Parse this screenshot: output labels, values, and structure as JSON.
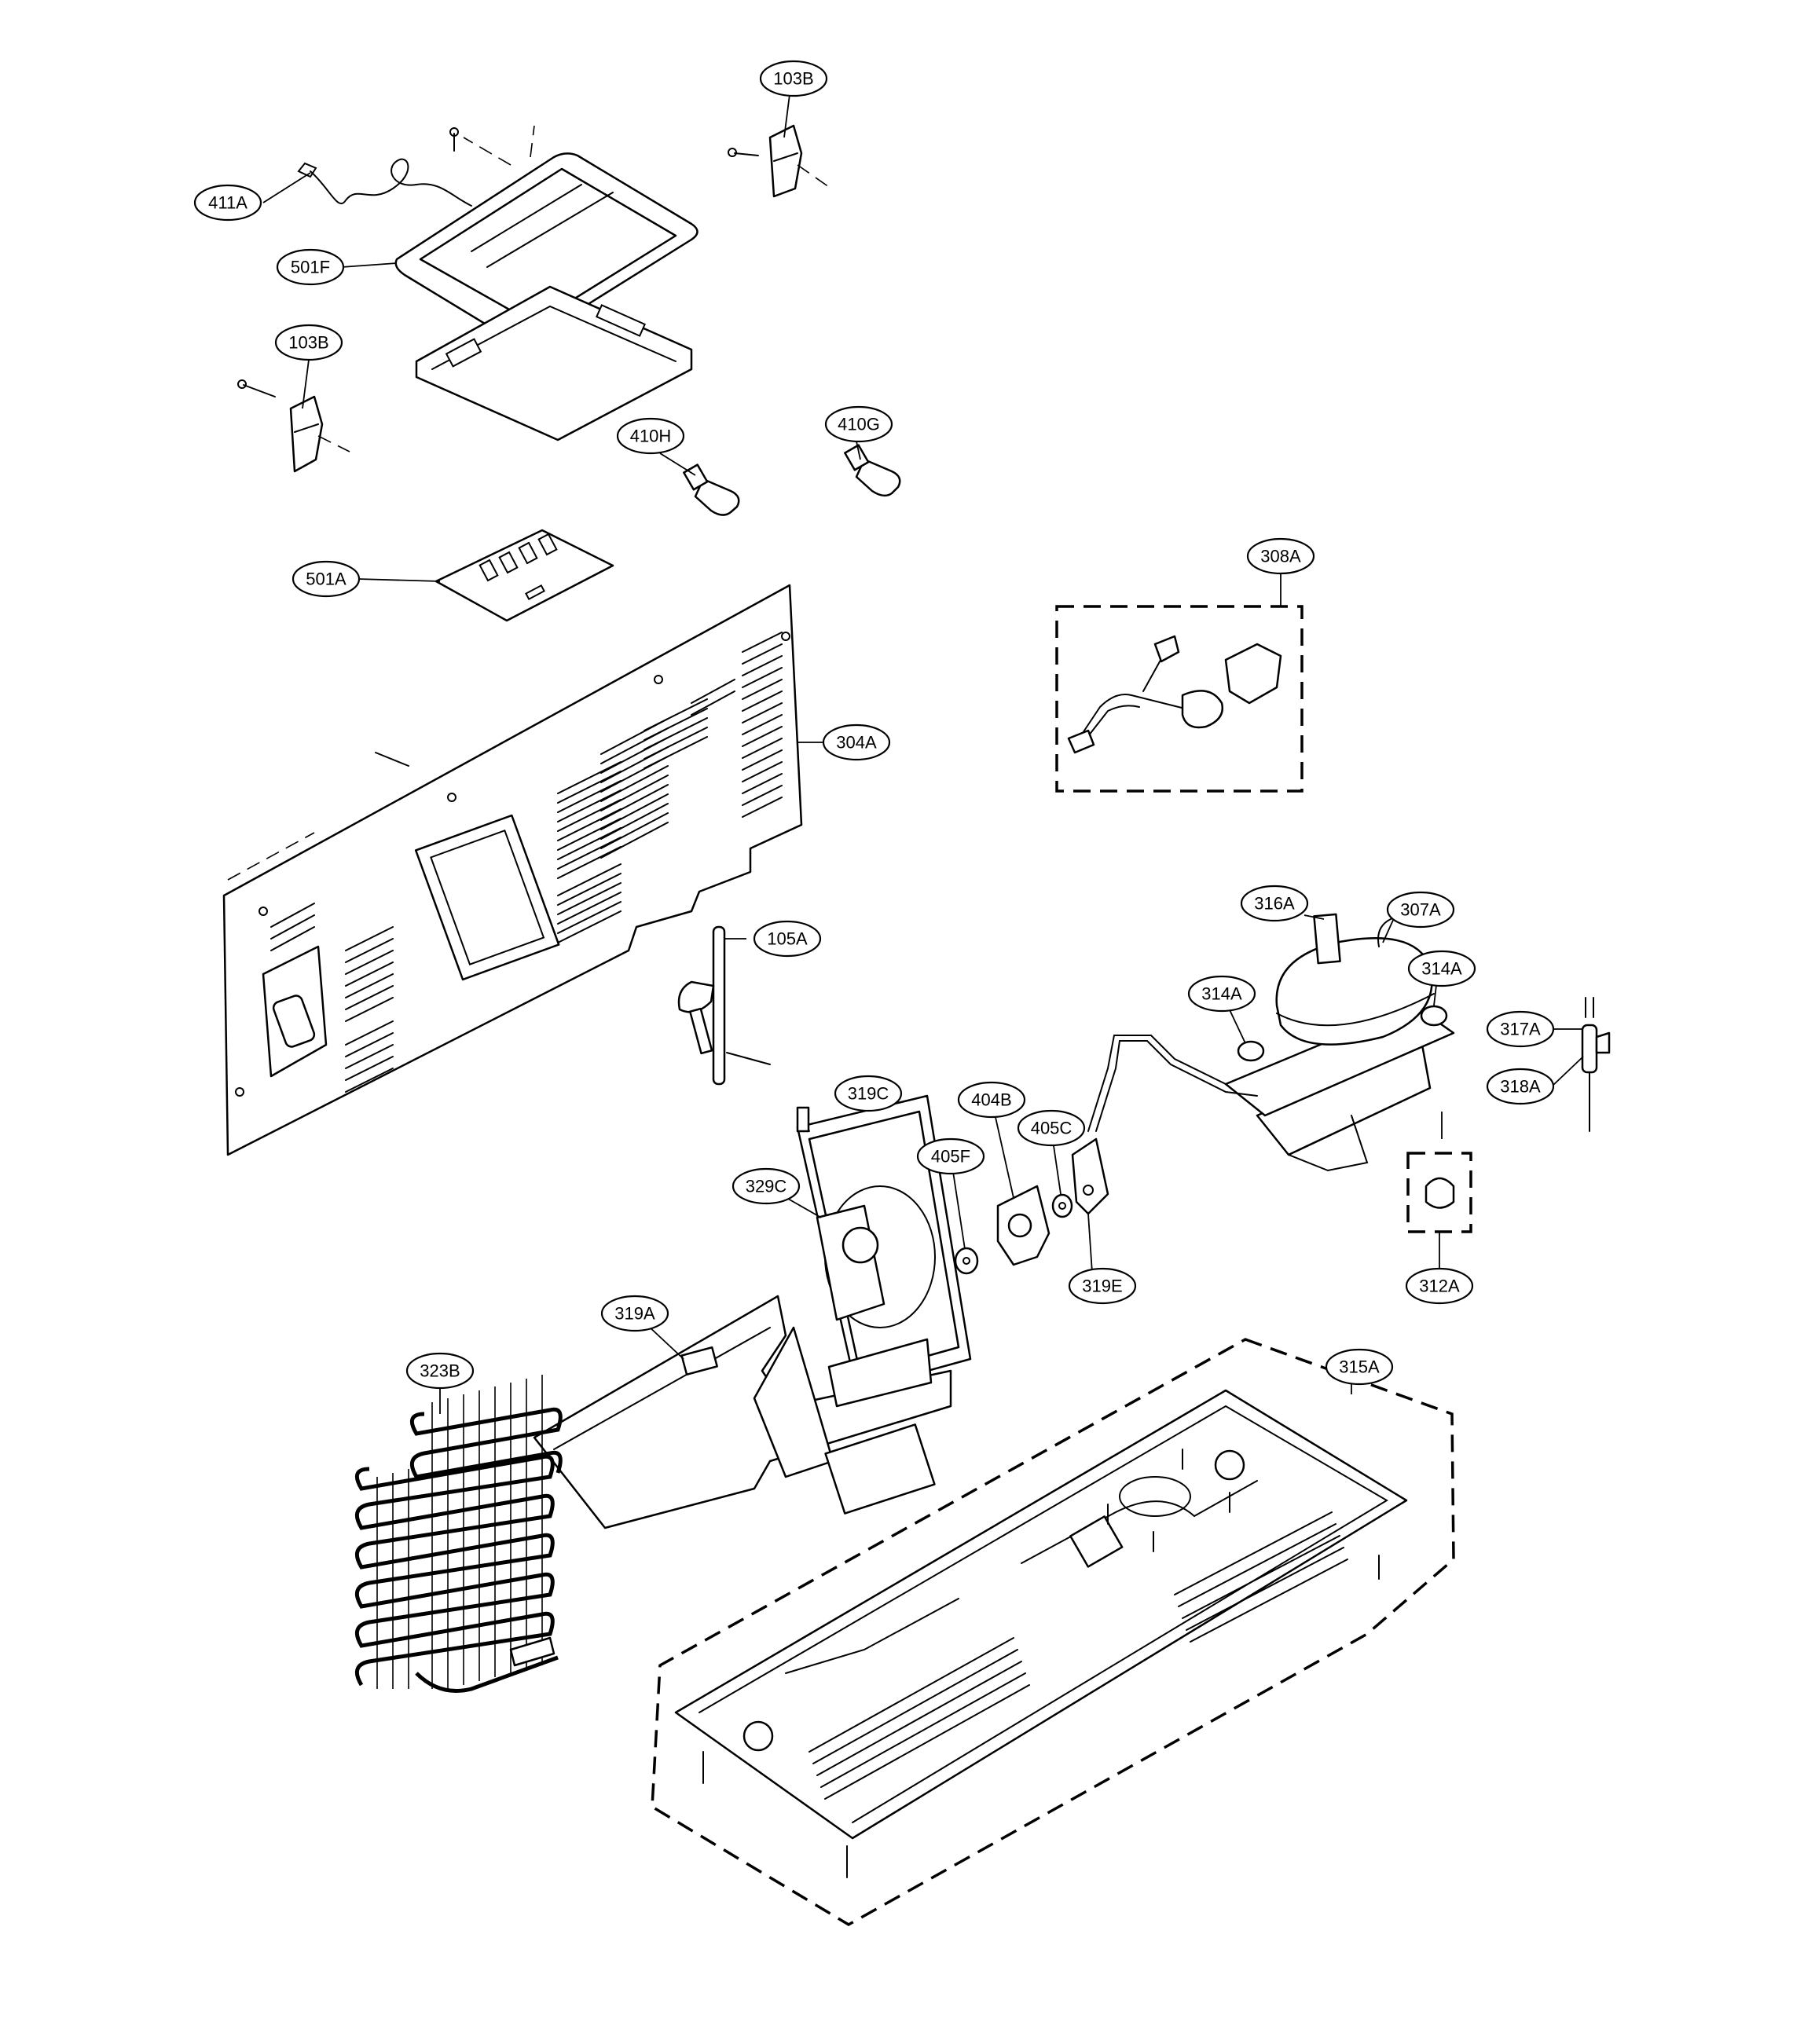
{
  "callouts": {
    "c411a": "411A",
    "c501f": "501F",
    "c103b_top": "103B",
    "c103b_left": "103B",
    "c410h": "410H",
    "c410g": "410G",
    "c501a": "501A",
    "c308a": "308A",
    "c304a": "304A",
    "c105a": "105A",
    "c316a": "316A",
    "c307a": "307A",
    "c314a_left": "314A",
    "c314a_right": "314A",
    "c317a": "317A",
    "c318a": "318A",
    "c319c": "319C",
    "c404b": "404B",
    "c405c": "405C",
    "c405f": "405F",
    "c329c": "329C",
    "c319e": "319E",
    "c312a": "312A",
    "c319a": "319A",
    "c323b": "323B",
    "c315a": "315A"
  }
}
